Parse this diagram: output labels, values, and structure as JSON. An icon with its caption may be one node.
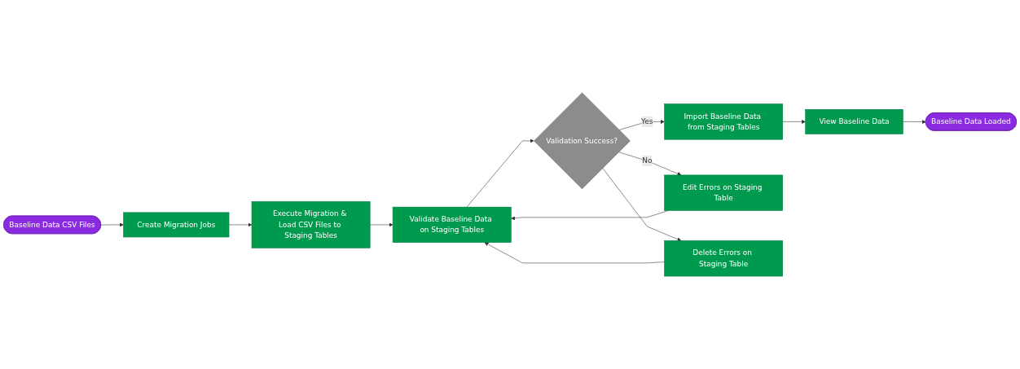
{
  "diagram": {
    "nodes": [
      {
        "text": [
          "Baseline Data CSV Files"
        ]
      },
      {
        "text": [
          "Create Migration Jobs"
        ]
      },
      {
        "text": [
          "Execute Migration & Load CSV Files to Staging Tables"
        ]
      },
      {
        "text": [
          "Validate Baseline Data on Staging Tables"
        ]
      },
      {
        "text": [
          "Validation Success?"
        ]
      },
      {
        "text": [
          "Import Baseline Data from Staging Tables"
        ]
      },
      {
        "text": [
          "View Baseline Data"
        ]
      },
      {
        "text": [
          "Baseline Data Loaded"
        ]
      },
      {
        "text": [
          "Edit Errors on Staging Table"
        ]
      },
      {
        "text": [
          "Delete Errors on Staging Table"
        ]
      }
    ],
    "edges": [
      {
        "from": 0,
        "to": 1,
        "arrow": "to"
      },
      {
        "from": 1,
        "to": 2,
        "arrow": "to"
      },
      {
        "from": 2,
        "to": 3,
        "arrow": "to"
      },
      {
        "from": 3,
        "to": 4,
        "arrow": "to"
      },
      {
        "from": 4,
        "to": 5,
        "arrow": "to",
        "label": "Yes"
      },
      {
        "from": 5,
        "to": 6,
        "arrow": "to"
      },
      {
        "from": 6,
        "to": 7,
        "arrow": "to"
      },
      {
        "from": 4,
        "to": 8,
        "arrow": "to",
        "label": "No"
      },
      {
        "from": 4,
        "to": 9,
        "arrow": "to"
      },
      {
        "from": 8,
        "to": 3,
        "arrow": "to"
      },
      {
        "from": 9,
        "to": 3,
        "arrow": "to"
      }
    ]
  }
}
